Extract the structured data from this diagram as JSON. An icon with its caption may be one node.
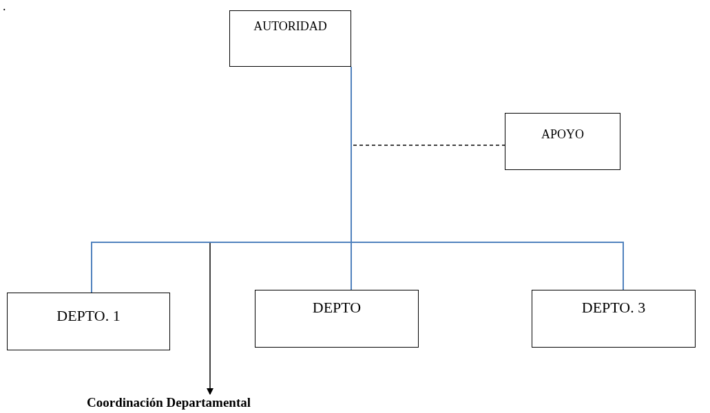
{
  "diagram": {
    "nodes": [
      {
        "text": [
          "AUTORIDAD"
        ]
      },
      {
        "text": [
          "APOYO"
        ]
      },
      {
        "text": [
          "DEPTO. 1"
        ]
      },
      {
        "text": [
          "DEPTO"
        ]
      },
      {
        "text": [
          "DEPTO. 3"
        ]
      },
      {
        "text": [
          "Coordinación Departamental"
        ]
      }
    ],
    "edges": [
      {
        "from": 0,
        "to": 2,
        "arrow": "none"
      },
      {
        "from": 0,
        "to": 3,
        "arrow": "none"
      },
      {
        "from": 0,
        "to": 4,
        "arrow": "none"
      },
      {
        "from": 0,
        "to": 1,
        "arrow": "none",
        "style": "dashed",
        "color": "#000000"
      },
      {
        "from": 0,
        "to": 5,
        "arrow": "to",
        "color": "#000000"
      }
    ],
    "labels": [
      "."
    ]
  }
}
